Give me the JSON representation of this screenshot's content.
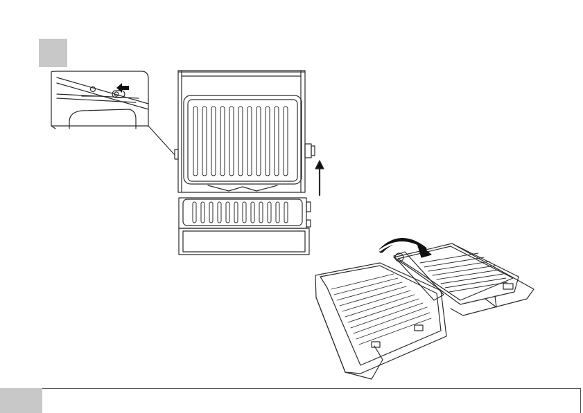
{
  "page": {
    "background": "#ffffff",
    "badge_color": "#c8c8c8",
    "line_color": "#2a2a2a"
  },
  "figures": {
    "detail_inset": {
      "icon": "lock-slider-detail"
    },
    "grill_open_front": {
      "icon": "contact-grill-open"
    },
    "grill_flat_open": {
      "icon": "contact-grill-flat-180"
    },
    "lift_arrow": {
      "icon": "arrow-up-icon"
    },
    "rotate_arrow": {
      "icon": "curved-arrow-icon"
    }
  }
}
